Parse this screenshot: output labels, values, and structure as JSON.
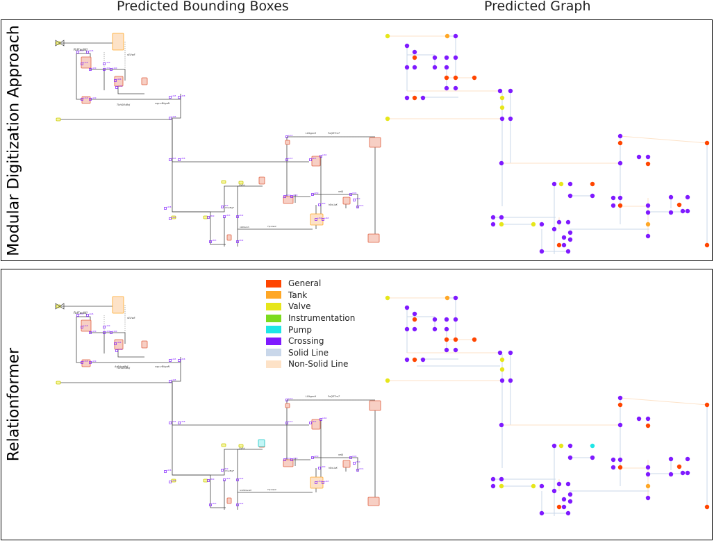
{
  "columns": {
    "left": "Predicted Bounding Boxes",
    "right": "Predicted Graph"
  },
  "rows": {
    "top": "Modular Digitization Approach",
    "bottom": "Relationformer"
  },
  "legend": [
    {
      "label": "General",
      "color": "#ff4500"
    },
    {
      "label": "Tank",
      "color": "#ffa726"
    },
    {
      "label": "Valve",
      "color": "#e6e61a"
    },
    {
      "label": "Instrumentation",
      "color": "#7cdb1e"
    },
    {
      "label": "Pump",
      "color": "#1ee6e6"
    },
    {
      "label": "Crossing",
      "color": "#7f1aff"
    },
    {
      "label": "Solid Line",
      "color": "#c9d7ea"
    },
    {
      "label": "Non-Solid Line",
      "color": "#fde2c7"
    }
  ],
  "diagram_labels": {
    "top": [
      "RdFwdNJ",
      "sEUwE",
      "TbhGlfuBoJ",
      "vqp-vBkgaN",
      "LObgmH",
      "FoQZ7m7",
      "LlyFd",
      "ChwlBgF",
      "nbDdvbh",
      "ne8J",
      "hEnLloK",
      "Tip ReLV"
    ],
    "bottom": [
      "RdFwdNJ",
      "sEUwE",
      "TbhGlfuBoJ",
      "AzRdvaMdJ",
      "vqp-vBkgaN",
      "LObgmH",
      "FoQZ7m7",
      "LlyFd",
      "ChwlBgF",
      "IxhNRdvaM",
      "ne8J",
      "hEnLloK",
      "Tip ReLV"
    ]
  }
}
